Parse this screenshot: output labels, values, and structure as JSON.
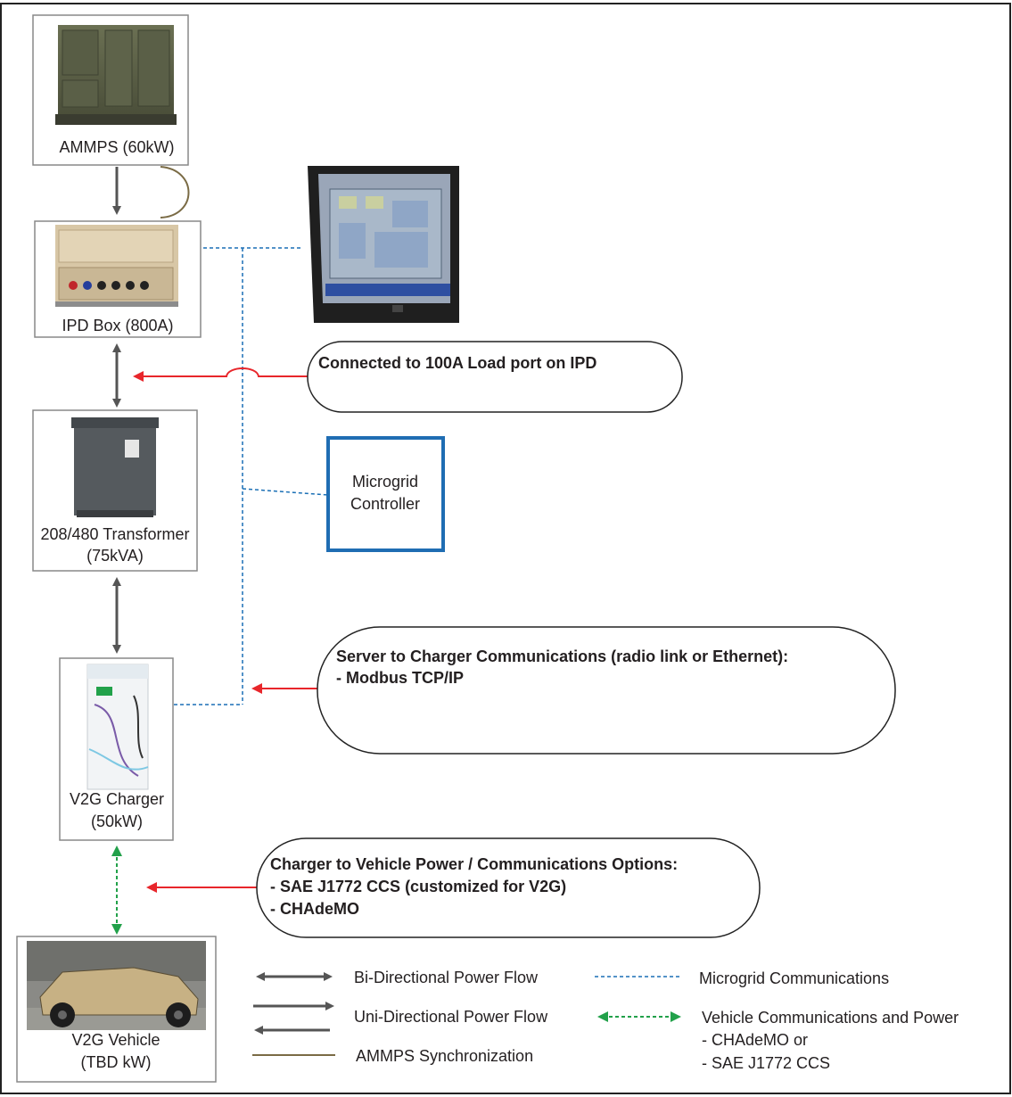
{
  "components": {
    "ammps": {
      "label": "AMMPS (60kW)"
    },
    "ipd": {
      "label": "IPD Box (800A)"
    },
    "transformer": {
      "line1": "208/480 Transformer",
      "line2": "(75kVA)"
    },
    "charger": {
      "line1": "V2G Charger",
      "line2": "(50kW)"
    },
    "vehicle": {
      "line1": "V2G Vehicle",
      "line2": "(TBD kW)"
    },
    "controller": {
      "line1": "Microgrid",
      "line2": "Controller"
    }
  },
  "callouts": {
    "ipd_port": {
      "line1": "Connected to 100A Load port on IPD"
    },
    "server": {
      "line1": "Server to Charger Communications (radio link or Ethernet):",
      "line2": "- Modbus TCP/IP"
    },
    "vehicle_opts": {
      "line1": "Charger to Vehicle Power / Communications Options:",
      "line2": "- SAE J1772 CCS (customized for V2G)",
      "line3": "- CHAdeMO"
    }
  },
  "legend": {
    "bi": "Bi-Directional Power Flow",
    "uni": "Uni-Directional Power Flow",
    "sync": "AMMPS Synchronization",
    "comms": "Microgrid Communications",
    "vehicle_line1": "Vehicle Communications and Power",
    "vehicle_line2": "- CHAdeMO or",
    "vehicle_line3": "- SAE J1772 CCS"
  },
  "colors": {
    "power_arrow": "#555555",
    "callout_arrow": "#e8262b",
    "comms_line": "#1a6fb5",
    "vehicle_link": "#22a14a",
    "sync_line": "#7a6b45",
    "controller_border": "#1f6db3"
  }
}
